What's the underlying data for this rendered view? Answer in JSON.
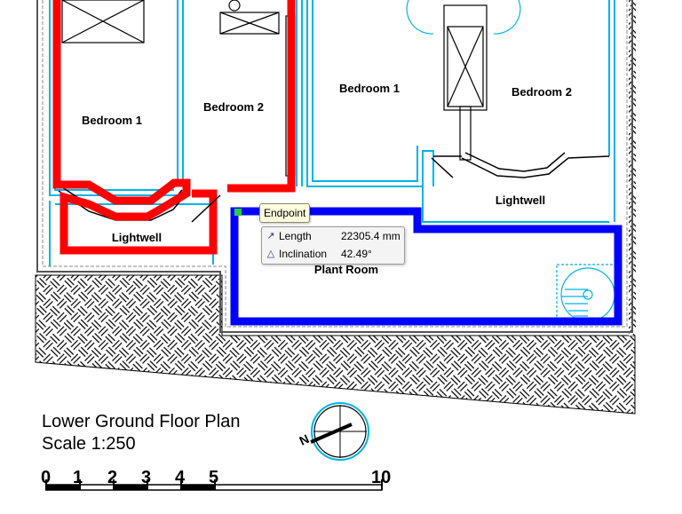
{
  "rooms": {
    "bedroom1_left": "Bedroom 1",
    "bedroom2_left": "Bedroom 2",
    "bedroom1_right": "Bedroom 1",
    "bedroom2_right": "Bedroom 2",
    "lightwell_left": "Lightwell",
    "lightwell_right": "Lightwell",
    "plant_room": "Plant Room"
  },
  "snap_tooltip": "Endpoint",
  "measure": {
    "length_label": "Length",
    "length_value": "22305.4 mm",
    "length_icon": "length-arrow-icon",
    "inclination_label": "Inclination",
    "inclination_value": "42.49°",
    "inclination_icon": "angle-icon"
  },
  "title": {
    "line1": "Lower Ground Floor Plan",
    "line2": "Scale 1:250"
  },
  "north_symbol": "N",
  "scale_bar": {
    "ticks": [
      "0",
      "1",
      "2",
      "3",
      "4",
      "5",
      "10"
    ]
  },
  "colors": {
    "selection_red": "#ff0000",
    "selection_blue": "#0000ff",
    "wall_cyan": "#00b4e6",
    "snap_green": "#22cc44"
  }
}
